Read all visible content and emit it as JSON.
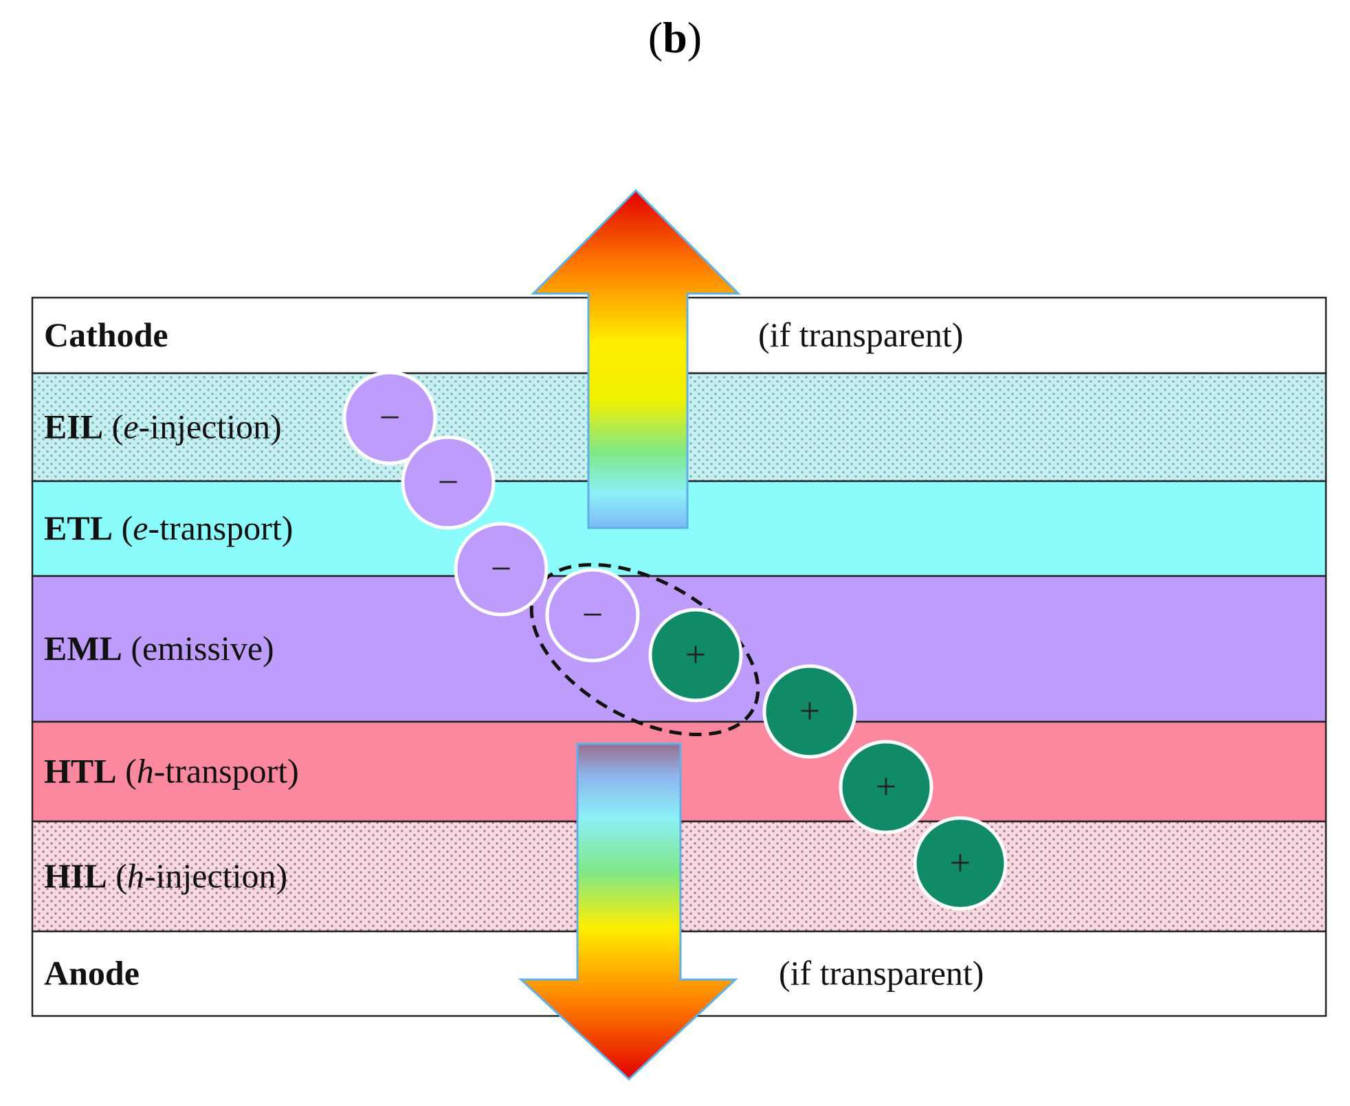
{
  "panel_label": {
    "open": "(",
    "letter": "b",
    "close": ")"
  },
  "layers": [
    {
      "id": "cathode",
      "name": "Cathode",
      "note": "(if transparent)",
      "fill": "#ffffff",
      "pattern": "none"
    },
    {
      "id": "eil",
      "name": "EIL",
      "paren_open": "(",
      "italic": "e",
      "rest": "-injection)",
      "fill": "#c9eef0",
      "dot": "#5fb3bb",
      "pattern": "dots"
    },
    {
      "id": "etl",
      "name": "ETL",
      "paren_open": "(",
      "italic": "e",
      "rest": "-transport)",
      "fill": "#8cfbfb",
      "pattern": "none"
    },
    {
      "id": "eml",
      "name": "EML",
      "rest_plain": "(emissive)",
      "fill": "#bd9cfb",
      "pattern": "none"
    },
    {
      "id": "htl",
      "name": "HTL",
      "paren_open": "(",
      "italic": "h",
      "rest": "-transport)",
      "fill": "#fb889f",
      "pattern": "none"
    },
    {
      "id": "hil",
      "name": "HIL",
      "paren_open": "(",
      "italic": "h",
      "rest": "-injection)",
      "fill": "#f3d9e0",
      "dot": "#b46a82",
      "pattern": "dots"
    },
    {
      "id": "anode",
      "name": "Anode",
      "note": "(if transparent)",
      "fill": "#ffffff",
      "pattern": "none"
    }
  ],
  "charges": {
    "electron_symbol": "−",
    "hole_symbol": "+",
    "electron_color": "#bd9cfb",
    "hole_color": "#118a68"
  },
  "colors": {
    "outline": "#222222",
    "arrow_edge": "#5fb0e8"
  }
}
